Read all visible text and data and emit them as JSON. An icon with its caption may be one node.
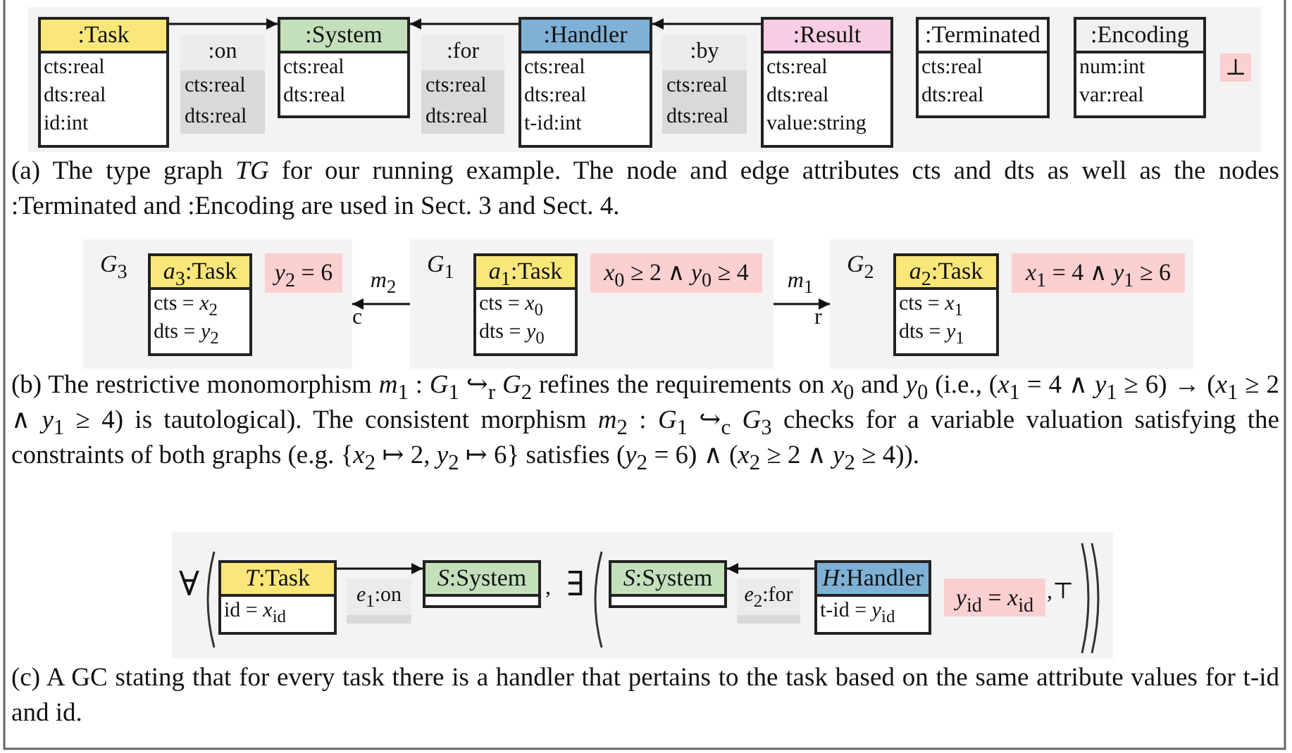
{
  "diagram": {
    "nodes": [
      {
        "text": [
          ":Task",
          "cts:real",
          "dts:real",
          "id:int"
        ]
      },
      {
        "text": [
          ":System",
          "cts:real",
          "dts:real"
        ]
      },
      {
        "text": [
          ":Handler",
          "cts:real",
          "dts:real",
          "t-id:int"
        ]
      },
      {
        "text": [
          ":Result",
          "cts:real",
          "dts:real",
          "value:string"
        ]
      },
      {
        "text": [
          ":Terminated",
          "cts:real",
          "dts:real"
        ]
      },
      {
        "text": [
          ":Encoding",
          "num:int",
          "var:real"
        ]
      },
      {
        "text": [
          "*G*$_{3}$"
        ]
      },
      {
        "text": [
          "*a*$_{3}$:Task",
          "cts = *x*$_{2}$",
          "dts = *y*$_{2}$"
        ],
        "in": 6
      },
      {
        "text": [
          "*y*$_{2}$ = 6"
        ],
        "in": 6
      },
      {
        "text": [
          "*G*$_{1}$"
        ]
      },
      {
        "text": [
          "*a*$_{1}$:Task",
          "cts = *x*$_{0}$",
          "dts = *y*$_{0}$"
        ],
        "in": 9
      },
      {
        "text": [
          "*x*$_{0}$ ≥ 2 ∧ *y*$_{0}$ ≥ 4"
        ],
        "in": 9
      },
      {
        "text": [
          "*G*$_{2}$"
        ]
      },
      {
        "text": [
          "*a*$_{2}$:Task",
          "cts = *x*$_{1}$",
          "dts = *y*$_{1}$"
        ],
        "in": 12
      },
      {
        "text": [
          "*x*$_{1}$ = 4 ∧ *y*$_{1}$ ≥ 6"
        ],
        "in": 12
      },
      {
        "text": [
          "*T*:Task",
          "id = *x*$_{id}$"
        ]
      },
      {
        "text": [
          "*S*:System"
        ]
      },
      {
        "text": [
          "*S*:System"
        ]
      },
      {
        "text": [
          "*H*:Handler",
          "t-id = *y*$_{id}$"
        ]
      },
      {
        "text": [
          "*y*$_{id}$ = *x*$_{id}$"
        ]
      }
    ],
    "edges": [
      {
        "from": 0,
        "to": 1,
        "arrow": "to",
        "label": ":on"
      },
      {
        "from": 2,
        "to": 1,
        "arrow": "to",
        "label": ":for"
      },
      {
        "from": 3,
        "to": 2,
        "arrow": "to",
        "label": ":by"
      },
      {
        "from": 9,
        "to": 6,
        "arrow": "to",
        "label": "*m*$_{2}$"
      },
      {
        "from": 9,
        "to": 12,
        "arrow": "to",
        "label": "*m*$_{1}$"
      },
      {
        "from": 15,
        "to": 16,
        "arrow": "to",
        "label": "*e*$_{1}$:on"
      },
      {
        "from": 18,
        "to": 17,
        "arrow": "to",
        "label": "*e*$_{2}$:for"
      }
    ],
    "labels": [
      "cts:real",
      "dts:real",
      "cts:real",
      "dts:real",
      "cts:real",
      "dts:real",
      "⊥",
      "(a) The type graph *TG* for our running example. The node and edge attributes cts and dts as well as the nodes :Terminated and :Encoding are used in Sect. 3 and Sect. 4.",
      "c",
      "r",
      "(b) The restrictive monomorphism *m*$_{1}$ : *G*$_{1}$ ↪$_{r}$ *G*$_{2}$ refines the requirements on *x*$_{0}$ and *y*$_{0}$ (i.e., (*x*$_{1}$ = 4 ∧ *y*$_{1}$ ≥ 6) → (*x*$_{1}$ ≥ 2 ∧ *y*$_{1}$ ≥ 4) is tautological). The consistent morphism *m*$_{2}$ : *G*$_{1}$ ↪$_{c}$ *G*$_{3}$ checks for a variable valuation satisfying the constraints of both graphs (e.g. {*x*$_{2}$ ↦ 2, *y*$_{2}$ ↦ 6} satisfies (*y*$_{2}$ = 6) ∧ (*x*$_{2}$ ≥ 2 ∧ *y*$_{2}$ ≥ 4)).",
      "∀",
      ",",
      "∃",
      ",⊤",
      "(c) A GC stating that for every task there is a handler that pertains to the task based on the same attribute values for t-id and id."
    ]
  }
}
